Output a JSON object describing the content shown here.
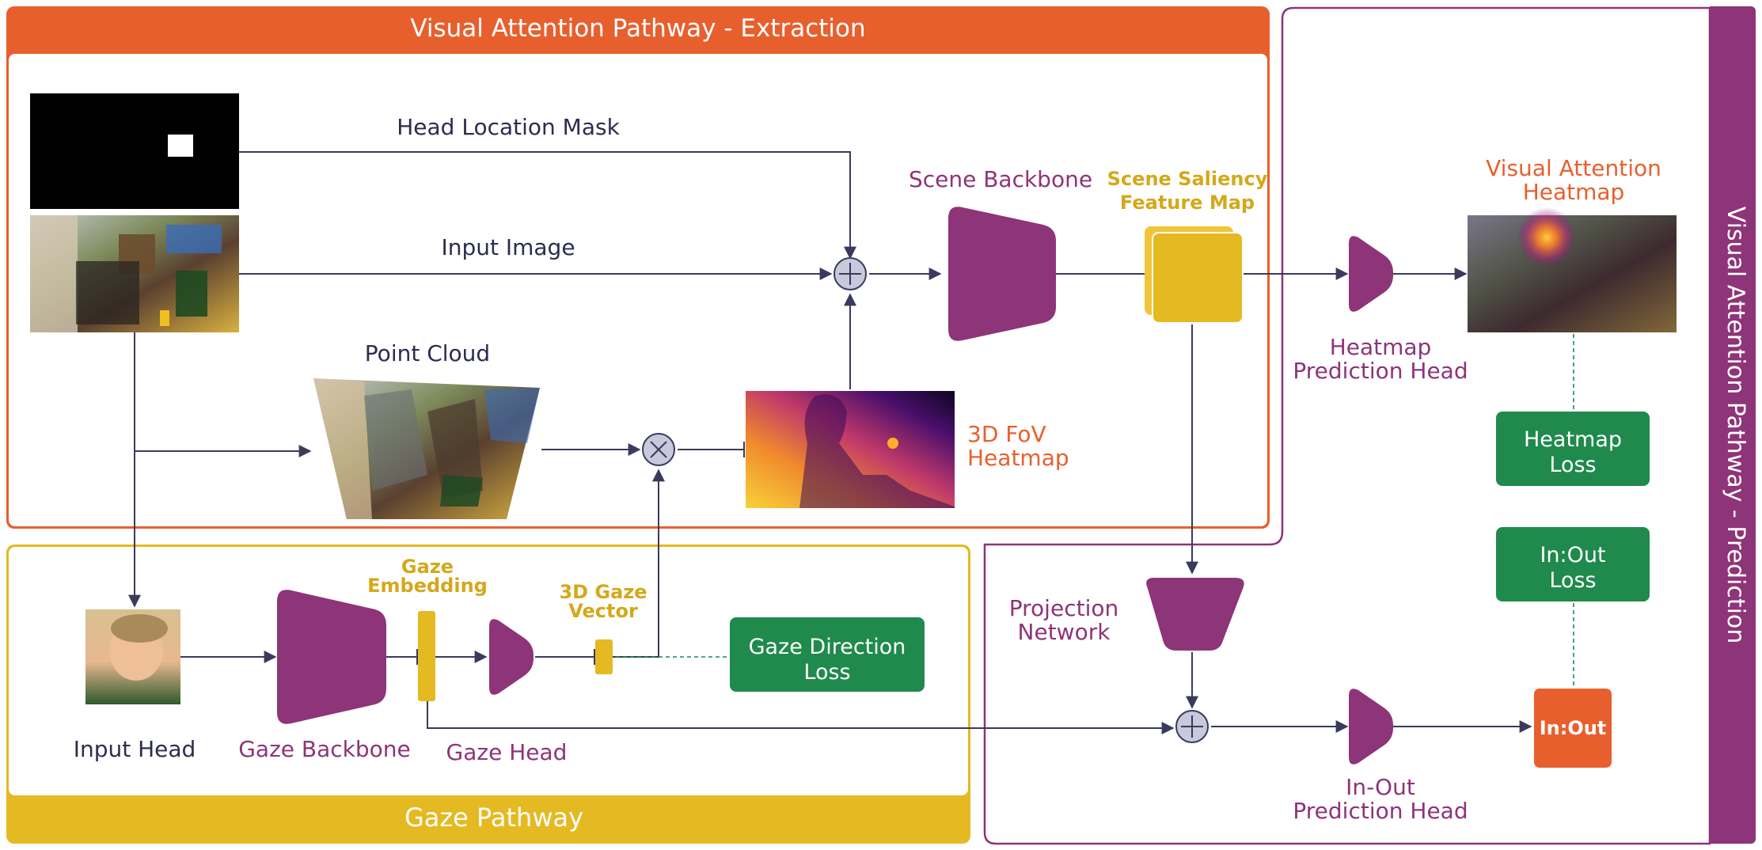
{
  "colors": {
    "orange": "#e85f2e",
    "purple": "#8e3478",
    "gold": "#e5b921",
    "green": "#1f8a4c",
    "dark": "#2b2d4e"
  },
  "panels": {
    "extraction_title": "Visual Attention Pathway - Extraction",
    "prediction_title": "Visual Attention Pathway - Prediction",
    "gaze_title": "Gaze Pathway"
  },
  "labels": {
    "head_location_mask": "Head Location Mask",
    "input_image": "Input Image",
    "point_cloud": "Point Cloud",
    "scene_backbone": "Scene Backbone",
    "scene_saliency_1": "Scene Saliency",
    "scene_saliency_2": "Feature Map",
    "fov_heatmap_1": "3D FoV",
    "fov_heatmap_2": "Heatmap",
    "visual_attention_1": "Visual Attention",
    "visual_attention_2": "Heatmap",
    "heatmap_head_1": "Heatmap",
    "heatmap_head_2": "Prediction Head",
    "projection_1": "Projection",
    "projection_2": "Network",
    "inout_head_1": "In-Out",
    "inout_head_2": "Prediction Head",
    "input_head": "Input Head",
    "gaze_backbone": "Gaze Backbone",
    "gaze_head": "Gaze Head",
    "gaze_embedding_1": "Gaze",
    "gaze_embedding_2": "Embedding",
    "gaze_vector_1": "3D Gaze",
    "gaze_vector_2": "Vector"
  },
  "losses": {
    "heatmap_1": "Heatmap",
    "heatmap_2": "Loss",
    "inout_1": "In:Out",
    "inout_2": "Loss",
    "gaze_dir_1": "Gaze Direction",
    "gaze_dir_2": "Loss",
    "inout_box": "In:Out"
  },
  "icons": {
    "add": "circle-plus-icon",
    "multiply": "circle-times-icon"
  }
}
